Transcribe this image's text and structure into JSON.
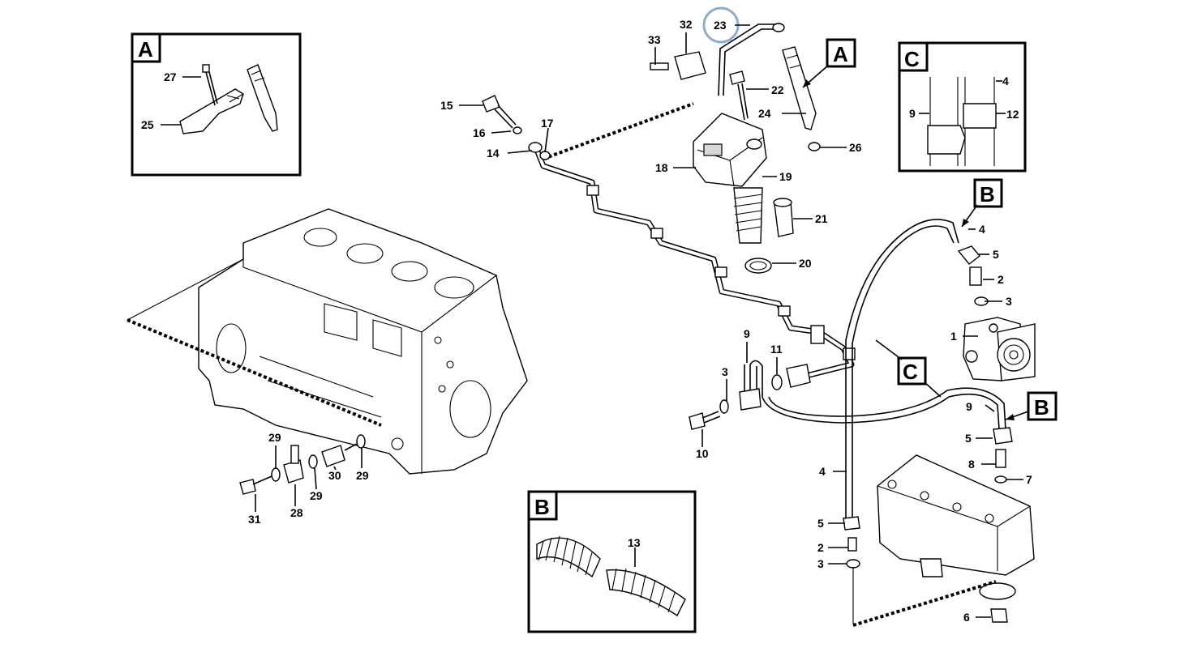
{
  "highlight_color": "#8aaed1",
  "callout_boxes": [
    {
      "id": "inset-A",
      "letter": "A"
    },
    {
      "id": "inset-B",
      "letter": "B"
    },
    {
      "id": "inset-C",
      "letter": "C"
    },
    {
      "id": "pointer-A",
      "letter": "A"
    },
    {
      "id": "pointer-B-top",
      "letter": "B"
    },
    {
      "id": "pointer-B-right",
      "letter": "B"
    },
    {
      "id": "pointer-C",
      "letter": "C"
    }
  ],
  "part_labels": {
    "p1": "1",
    "p2a": "2",
    "p2b": "2",
    "p3a": "3",
    "p3b": "3",
    "p3c": "3",
    "p4a": "4",
    "p4b": "4",
    "p4c": "4",
    "p5a": "5",
    "p5b": "5",
    "p5c": "5",
    "p6": "6",
    "p7": "7",
    "p8": "8",
    "p9a": "9",
    "p9b": "9",
    "p9c": "9",
    "p10": "10",
    "p11": "11",
    "p12": "12",
    "p13": "13",
    "p14": "14",
    "p15": "15",
    "p16": "16",
    "p17": "17",
    "p18": "18",
    "p19": "19",
    "p20": "20",
    "p21": "21",
    "p22": "22",
    "p23": "23",
    "p24": "24",
    "p25": "25",
    "p26": "26",
    "p27": "27",
    "p28": "28",
    "p29a": "29",
    "p29b": "29",
    "p29c": "29",
    "p30": "30",
    "p31": "31",
    "p32": "32",
    "p33": "33"
  },
  "highlighted_part": "23"
}
